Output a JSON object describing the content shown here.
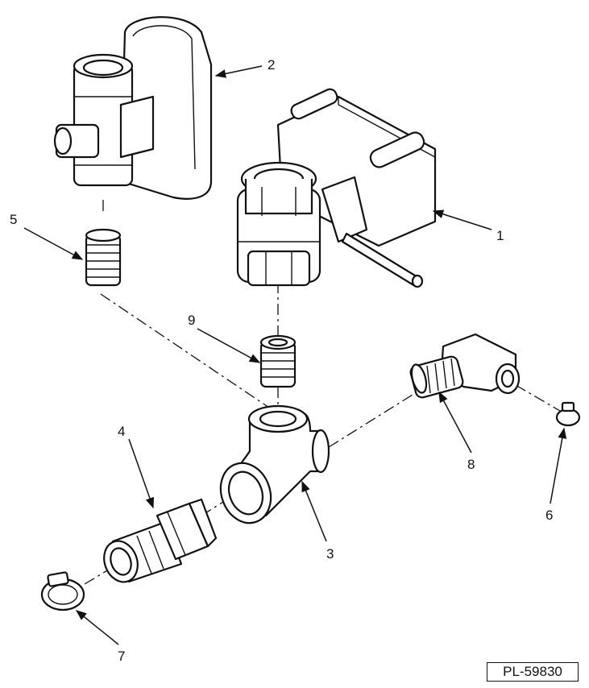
{
  "figure": {
    "id_label": "PL-59830"
  },
  "callouts": [
    {
      "id": "1",
      "text": "1"
    },
    {
      "id": "2",
      "text": "2"
    },
    {
      "id": "3",
      "text": "3"
    },
    {
      "id": "4",
      "text": "4"
    },
    {
      "id": "5",
      "text": "5"
    },
    {
      "id": "6",
      "text": "6"
    },
    {
      "id": "7",
      "text": "7"
    },
    {
      "id": "8",
      "text": "8"
    },
    {
      "id": "9",
      "text": "9"
    }
  ]
}
